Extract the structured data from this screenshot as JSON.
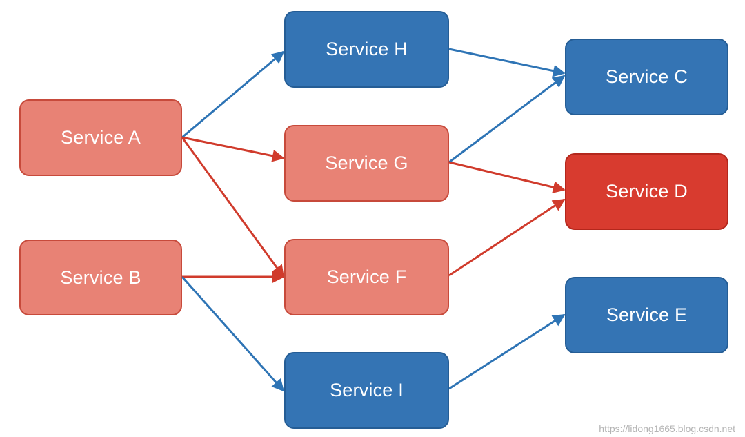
{
  "colors": {
    "salmon_fill": "#e88275",
    "red_fill": "#d83b2f",
    "blue_fill": "#3474b4",
    "blue_arrow": "#2e74b5",
    "red_arrow": "#d03b2c"
  },
  "nodes": {
    "a": {
      "label": "Service A",
      "style": "salmon"
    },
    "b": {
      "label": "Service B",
      "style": "salmon"
    },
    "c": {
      "label": "Service C",
      "style": "blue"
    },
    "d": {
      "label": "Service D",
      "style": "red"
    },
    "e": {
      "label": "Service E",
      "style": "blue"
    },
    "f": {
      "label": "Service F",
      "style": "salmon"
    },
    "g": {
      "label": "Service G",
      "style": "salmon"
    },
    "h": {
      "label": "Service H",
      "style": "blue"
    },
    "i": {
      "label": "Service I",
      "style": "blue"
    }
  },
  "edges": [
    {
      "from": "Service A",
      "to": "Service H",
      "color": "blue"
    },
    {
      "from": "Service A",
      "to": "Service G",
      "color": "red"
    },
    {
      "from": "Service A",
      "to": "Service F",
      "color": "red"
    },
    {
      "from": "Service B",
      "to": "Service F",
      "color": "red"
    },
    {
      "from": "Service B",
      "to": "Service I",
      "color": "blue"
    },
    {
      "from": "Service H",
      "to": "Service C",
      "color": "blue"
    },
    {
      "from": "Service G",
      "to": "Service C",
      "color": "blue"
    },
    {
      "from": "Service G",
      "to": "Service D",
      "color": "red"
    },
    {
      "from": "Service F",
      "to": "Service D",
      "color": "red"
    },
    {
      "from": "Service I",
      "to": "Service E",
      "color": "blue"
    }
  ],
  "watermark": "https://lidong1665.blog.csdn.net"
}
